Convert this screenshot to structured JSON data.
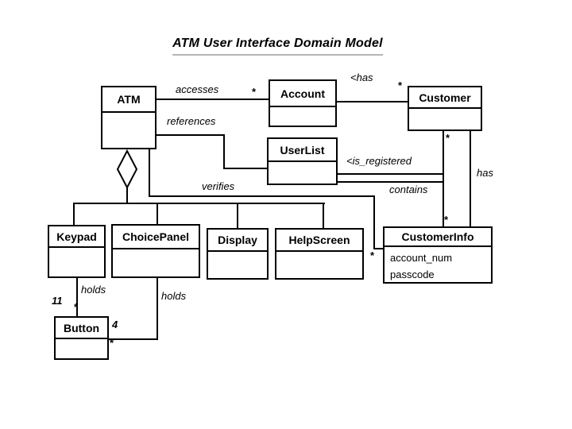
{
  "title": "ATM User Interface Domain Model",
  "classes": [
    {
      "name": "ATM",
      "attributes": []
    },
    {
      "name": "Account",
      "attributes": []
    },
    {
      "name": "Customer",
      "attributes": []
    },
    {
      "name": "UserList",
      "attributes": []
    },
    {
      "name": "Keypad",
      "attributes": []
    },
    {
      "name": "ChoicePanel",
      "attributes": []
    },
    {
      "name": "Display",
      "attributes": []
    },
    {
      "name": "HelpScreen",
      "attributes": []
    },
    {
      "name": "CustomerInfo",
      "attributes": [
        "account_num",
        "passcode"
      ]
    },
    {
      "name": "Button",
      "attributes": []
    }
  ],
  "associations": {
    "accesses": {
      "label": "accesses",
      "account_mult": "*"
    },
    "has_account": {
      "label": "<has",
      "customer_mult": "*"
    },
    "references": {
      "label": "references"
    },
    "is_registered": {
      "label": "<is_registered",
      "customer_mult": "*"
    },
    "contains": {
      "label": "contains",
      "info_mult": "*"
    },
    "has_info": {
      "label": "has"
    },
    "verifies": {
      "label": "verifies",
      "info_mult": "*"
    },
    "holds_keypad": {
      "label": "holds",
      "button_mult": "11",
      "star": "*"
    },
    "holds_choicepanel": {
      "label": "holds",
      "button_mult": "4",
      "star": "*"
    }
  },
  "colors": {
    "line": "#000000",
    "background": "#ffffff",
    "title_underline": "#b5b5b5"
  }
}
